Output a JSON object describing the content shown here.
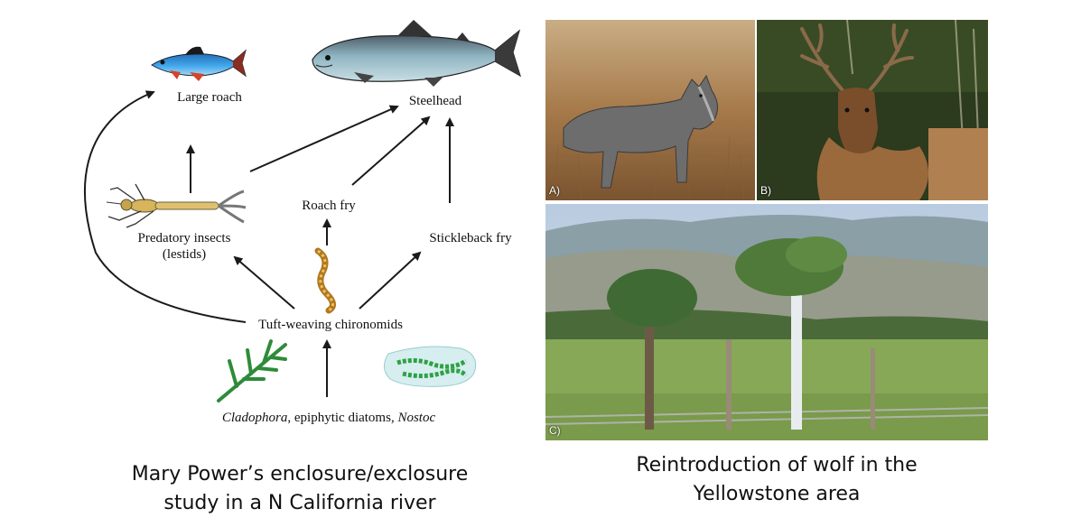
{
  "food_web": {
    "nodes": {
      "large_roach": "Large roach",
      "steelhead": "Steelhead",
      "roach_fry": "Roach fry",
      "predatory_insects_line1": "Predatory insects",
      "predatory_insects_line2": "(lestids)",
      "stickleback_fry": "Stickleback fry",
      "chironomids": "Tuft-weaving chironomids",
      "base_cladophora": "Cladophora",
      "base_middle": ", epiphytic diatoms, ",
      "base_nostoc": "Nostoc"
    },
    "caption_line1": "Mary Power’s enclosure/exclosure",
    "caption_line2": "study in a N California river"
  },
  "yellowstone": {
    "labels": {
      "a": "A)",
      "b": "B)",
      "c": "C)"
    },
    "caption_line1": "Reintroduction of wolf in the",
    "caption_line2": "Yellowstone area"
  },
  "colors": {
    "arrow": "#1a1a1a",
    "algae_green": "#2e8b3a",
    "roach_blue": "#2f8fd8",
    "steelhead_gray": "#5a6f7c"
  }
}
